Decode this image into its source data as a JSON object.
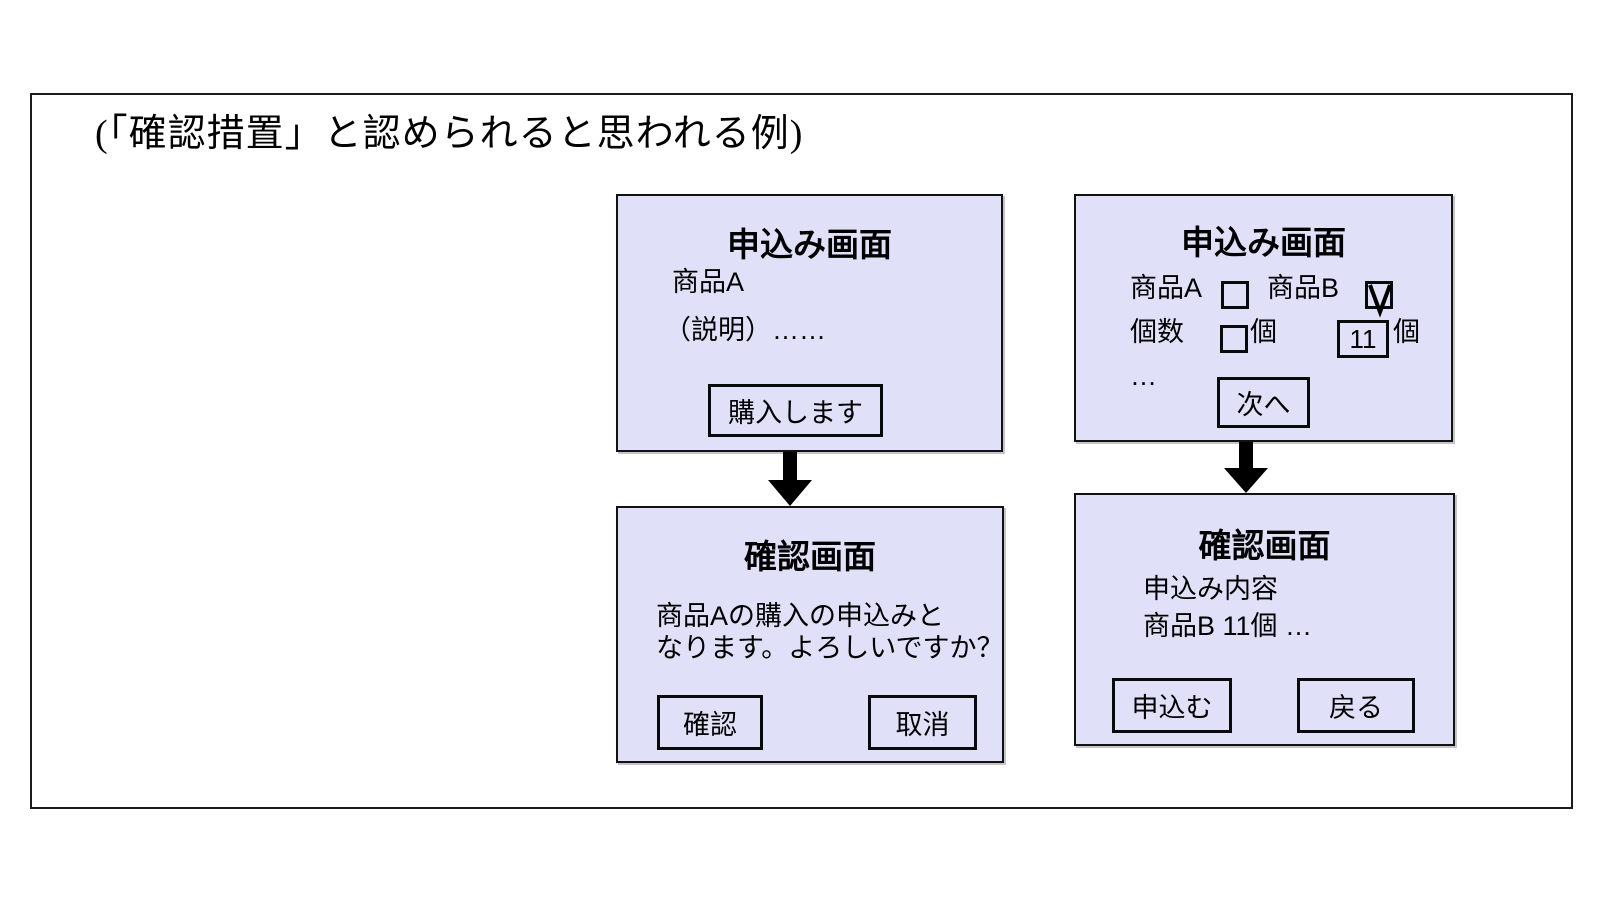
{
  "caption": "(「確認措置」と認められると思われる例)",
  "colors": {
    "screen_fill": "#e0e1f8",
    "outline": "#000000",
    "background": "#ffffff"
  },
  "left_flow": {
    "order_screen": {
      "title": "申込み画面",
      "product": "商品A",
      "description": "（説明）……",
      "buy_button": "購入します"
    },
    "confirm_screen": {
      "title": "確認画面",
      "message_line1": "商品Aの購入の申込みと",
      "message_line2": "なります。よろしいですか？",
      "ok_button": "確認",
      "cancel_button": "取消"
    }
  },
  "right_flow": {
    "order_screen": {
      "title": "申込み画面",
      "product_a": "商品A",
      "product_a_checked": false,
      "product_b": "商品B",
      "product_b_checked": true,
      "quantity_label": "個数",
      "unit_suffix": "個",
      "quantity_value": "11",
      "more": "…",
      "next_button": "次へ"
    },
    "confirm_screen": {
      "title": "確認画面",
      "summary_heading": "申込み内容",
      "summary_detail": "商品B  11個 …",
      "apply_button": "申込む",
      "back_button": "戻る"
    }
  }
}
